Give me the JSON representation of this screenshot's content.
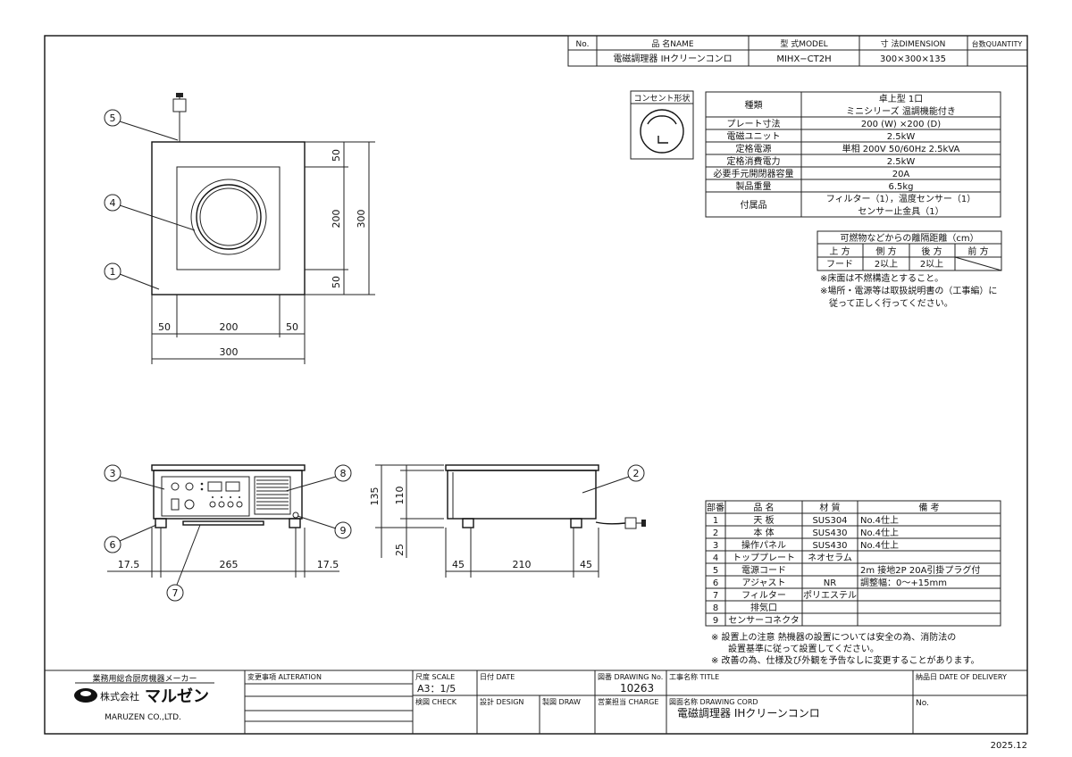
{
  "title_block_top": {
    "headers": {
      "no": "No.",
      "name": "品 名NAME",
      "model": "型 式MODEL",
      "dimension": "寸 法DIMENSION",
      "quantity": "台数QUANTITY"
    },
    "row": {
      "no": "",
      "name": "電磁調理器 IHクリーンコンロ",
      "model": "MIHX−CT2H",
      "dimension": "300×300×135",
      "quantity": ""
    }
  },
  "outlet": {
    "label": "コンセント形状"
  },
  "spec_table": [
    {
      "k": "種類",
      "v": [
        "卓上型 1口",
        "ミニシリーズ 温調機能付き"
      ]
    },
    {
      "k": "プレート寸法",
      "v": [
        "200 (W) ×200 (D)"
      ]
    },
    {
      "k": "電磁ユニット",
      "v": [
        "2.5kW"
      ]
    },
    {
      "k": "定格電源",
      "v": [
        "単相 200V 50/60Hz 2.5kVA"
      ]
    },
    {
      "k": "定格消費電力",
      "v": [
        "2.5kW"
      ]
    },
    {
      "k": "必要手元開閉器容量",
      "v": [
        "20A"
      ]
    },
    {
      "k": "製品重量",
      "v": [
        "6.5kg"
      ]
    },
    {
      "k": "付属品",
      "v": [
        "フィルター（1），温度センサー（1）",
        "センサー止金具（1）"
      ]
    }
  ],
  "clearance": {
    "title": "可燃物などからの離隔距離（cm）",
    "headers": [
      "上 方",
      "側 方",
      "後 方",
      "前 方"
    ],
    "values": [
      "フード",
      "2以上",
      "2以上",
      ""
    ],
    "notes": [
      "※床面は不燃構造とすること。",
      "※場所・電源等は取扱説明書の（工事編）に",
      "従って正しく行ってください。"
    ]
  },
  "parts_table": {
    "headers": [
      "部番",
      "品 名",
      "材 質",
      "備 考"
    ],
    "rows": [
      [
        "1",
        "天 板",
        "SUS304",
        "No.4仕上"
      ],
      [
        "2",
        "本 体",
        "SUS430",
        "No.4仕上"
      ],
      [
        "3",
        "操作パネル",
        "SUS430",
        "No.4仕上"
      ],
      [
        "4",
        "トッププレート",
        "ネオセラム",
        ""
      ],
      [
        "5",
        "電源コード",
        "",
        "2m 接地2P 20A引掛プラグ付"
      ],
      [
        "6",
        "アジャスト",
        "NR",
        "調整幅：0〜+15mm"
      ],
      [
        "7",
        "フィルター",
        "ポリエステル",
        ""
      ],
      [
        "8",
        "排気口",
        "",
        ""
      ],
      [
        "9",
        "センサーコネクタ",
        "",
        ""
      ]
    ]
  },
  "footnotes": [
    "※ 設置上の注意 熱機器の設置については安全の為、消防法の",
    "設置基準に従って設置してください。",
    "※ 改善の為、仕様及び外観を予告なしに変更することがあります。"
  ],
  "top_view": {
    "dims_vertical": [
      "50",
      "200",
      "50",
      "300"
    ],
    "dims_horizontal": [
      "50",
      "200",
      "50",
      "300"
    ],
    "callouts": [
      "5",
      "4",
      "1"
    ]
  },
  "front_view": {
    "dims": [
      "17.5",
      "265",
      "17.5",
      "135",
      "110",
      "25"
    ],
    "callouts": [
      "3",
      "8",
      "6",
      "9",
      "7"
    ]
  },
  "side_view": {
    "dims": [
      "45",
      "210",
      "45"
    ],
    "callouts": [
      "2"
    ]
  },
  "title_block_bottom": {
    "maker_line1": "業務用総合厨房機器メーカー",
    "maker_name": "株式会社",
    "maker_logo": "マルゼン",
    "maker_en": "MARUZEN CO.,LTD.",
    "alteration": "変更事項 ALTERATION",
    "scale_label": "尺度 SCALE",
    "scale": "A3：1/5",
    "date_label": "日付 DATE",
    "drawing_no_label": "図番 DRAWING No.",
    "drawing_no": "10263",
    "title_label": "工事名称 TITLE",
    "delivery_label": "納品日 DATE OF DELIVERY",
    "check_label": "検図 CHECK",
    "design_label": "設計 DESIGN",
    "draw_label": "製図 DRAW",
    "charge_label": "営業担当 CHARGE",
    "drawing_cord_label": "図面名称 DRAWING CORD",
    "drawing_name": "電磁調理器 IHクリーンコンロ",
    "no_label": "No.",
    "issue_date": "2025.12"
  }
}
